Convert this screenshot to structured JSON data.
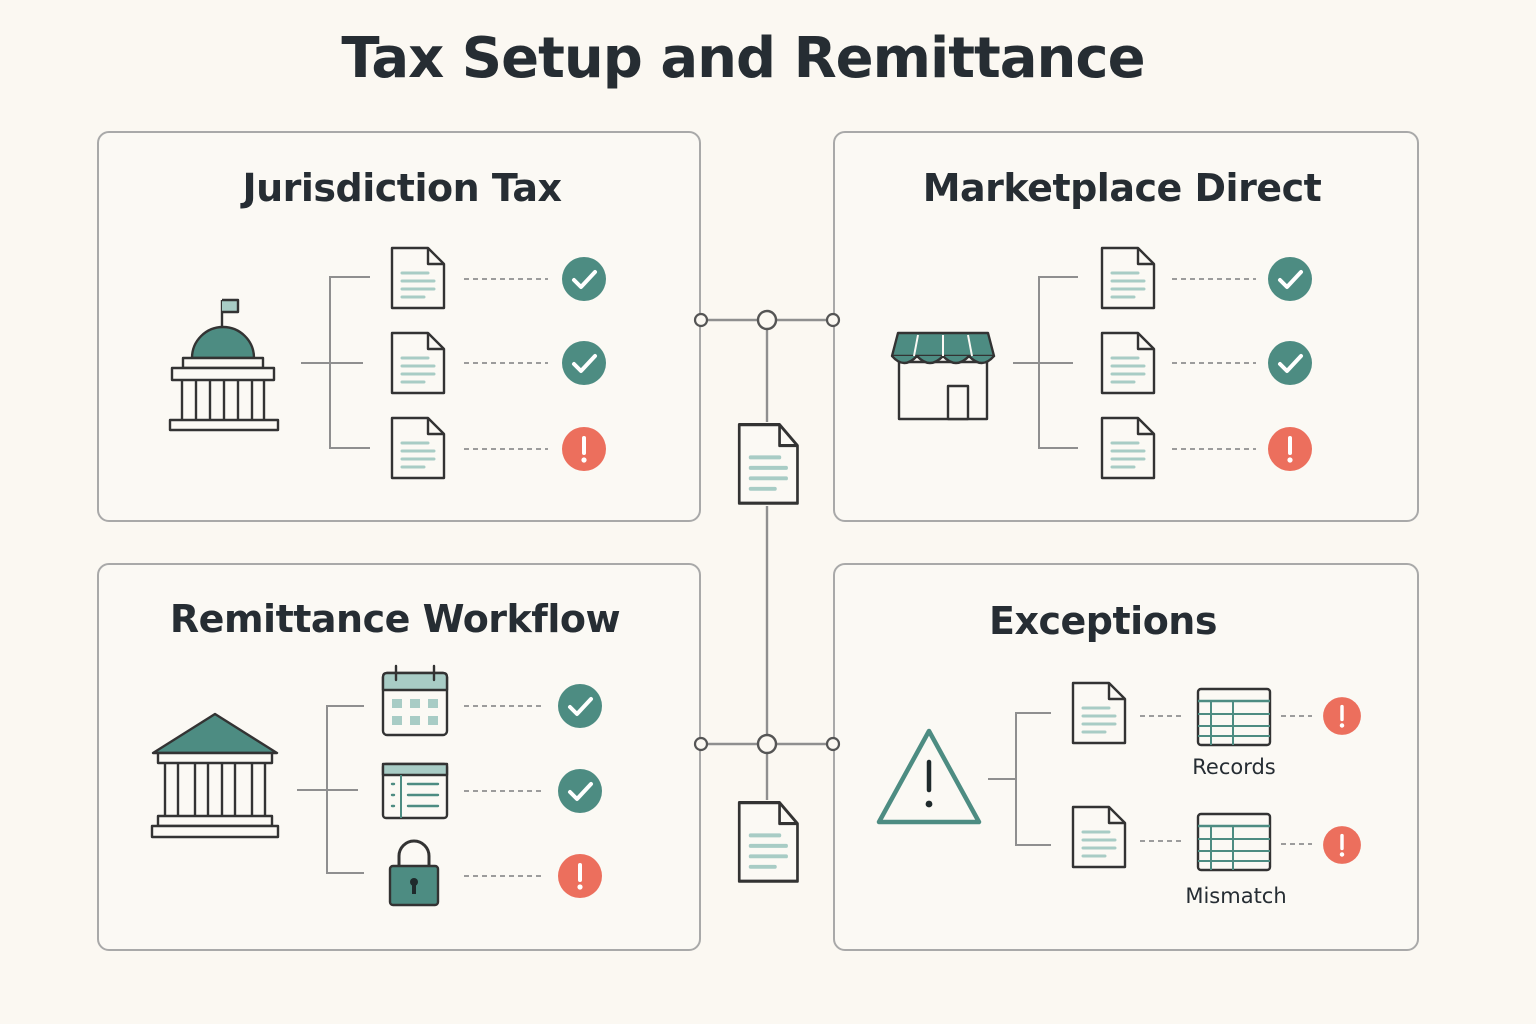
{
  "title": "Tax Setup and Remittance",
  "colors": {
    "teal": "#4d8c82",
    "teal_light": "#a8ccc5",
    "alert": "#ec6f5d",
    "line": "#8f8f8f",
    "border": "#a9a9a9",
    "background": "#fbf8f2"
  },
  "panels": {
    "jurisdiction": {
      "title": "Jurisdiction Tax",
      "icon": "government-building-icon",
      "rows": [
        {
          "icon": "document-icon",
          "status": "ok"
        },
        {
          "icon": "document-icon",
          "status": "ok"
        },
        {
          "icon": "document-icon",
          "status": "alert"
        }
      ]
    },
    "marketplace": {
      "title": "Marketplace Direct",
      "icon": "storefront-icon",
      "rows": [
        {
          "icon": "document-icon",
          "status": "ok"
        },
        {
          "icon": "document-icon",
          "status": "ok"
        },
        {
          "icon": "document-icon",
          "status": "alert"
        }
      ]
    },
    "remittance": {
      "title": "Remittance Workflow",
      "icon": "bank-icon",
      "rows": [
        {
          "icon": "calendar-icon",
          "status": "ok"
        },
        {
          "icon": "checklist-icon",
          "status": "ok"
        },
        {
          "icon": "lock-icon",
          "status": "alert"
        }
      ]
    },
    "exceptions": {
      "title": "Exceptions",
      "icon": "warning-icon",
      "rows": [
        {
          "icon": "document-icon",
          "table_icon": "table-icon",
          "label": "Records",
          "status": "alert"
        },
        {
          "icon": "document-icon",
          "table_icon": "table-icon",
          "label": "Mismatch",
          "status": "alert"
        }
      ]
    }
  },
  "connector": {
    "icons": [
      "document-icon",
      "document-icon"
    ]
  }
}
